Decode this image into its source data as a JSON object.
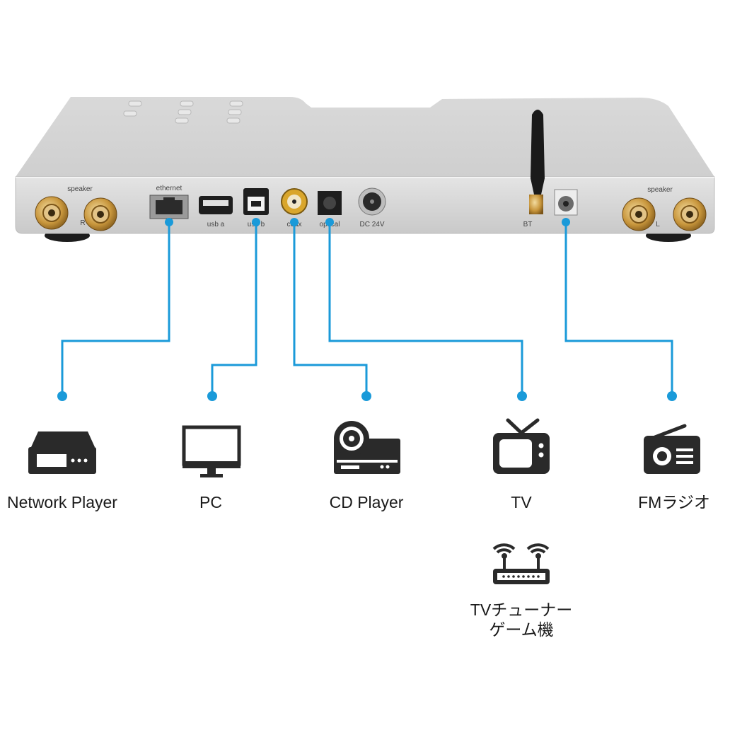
{
  "device": {
    "port_labels": {
      "speaker_left": "speaker",
      "speaker_right": "speaker",
      "ethernet": "ethernet",
      "usb_a": "usb a",
      "usb_b": "usb b",
      "coax": "coax",
      "optical": "optical",
      "dc": "DC 24V",
      "bt": "BT",
      "ch_r": "R",
      "ch_l": "L"
    }
  },
  "targets": [
    {
      "id": "network-player",
      "label": "Network Player",
      "port": "ethernet",
      "icon": "network-player-icon"
    },
    {
      "id": "pc",
      "label": "PC",
      "port": "usb b",
      "icon": "monitor-icon"
    },
    {
      "id": "cd-player",
      "label": "CD Player",
      "port": "coax",
      "icon": "cd-player-icon"
    },
    {
      "id": "tv",
      "label": "TV",
      "port": "optical",
      "icon": "tv-icon"
    },
    {
      "id": "fm-radio",
      "label": "FMラジオ",
      "port": "antenna",
      "icon": "radio-icon"
    }
  ],
  "extra": {
    "label": "TVチューナー\nゲーム機",
    "icon": "router-icon"
  },
  "colors": {
    "line": "#1a9ad9",
    "icon": "#2a2a2a",
    "chassis": "#d8d8d8",
    "gold": "#c89a3a"
  }
}
